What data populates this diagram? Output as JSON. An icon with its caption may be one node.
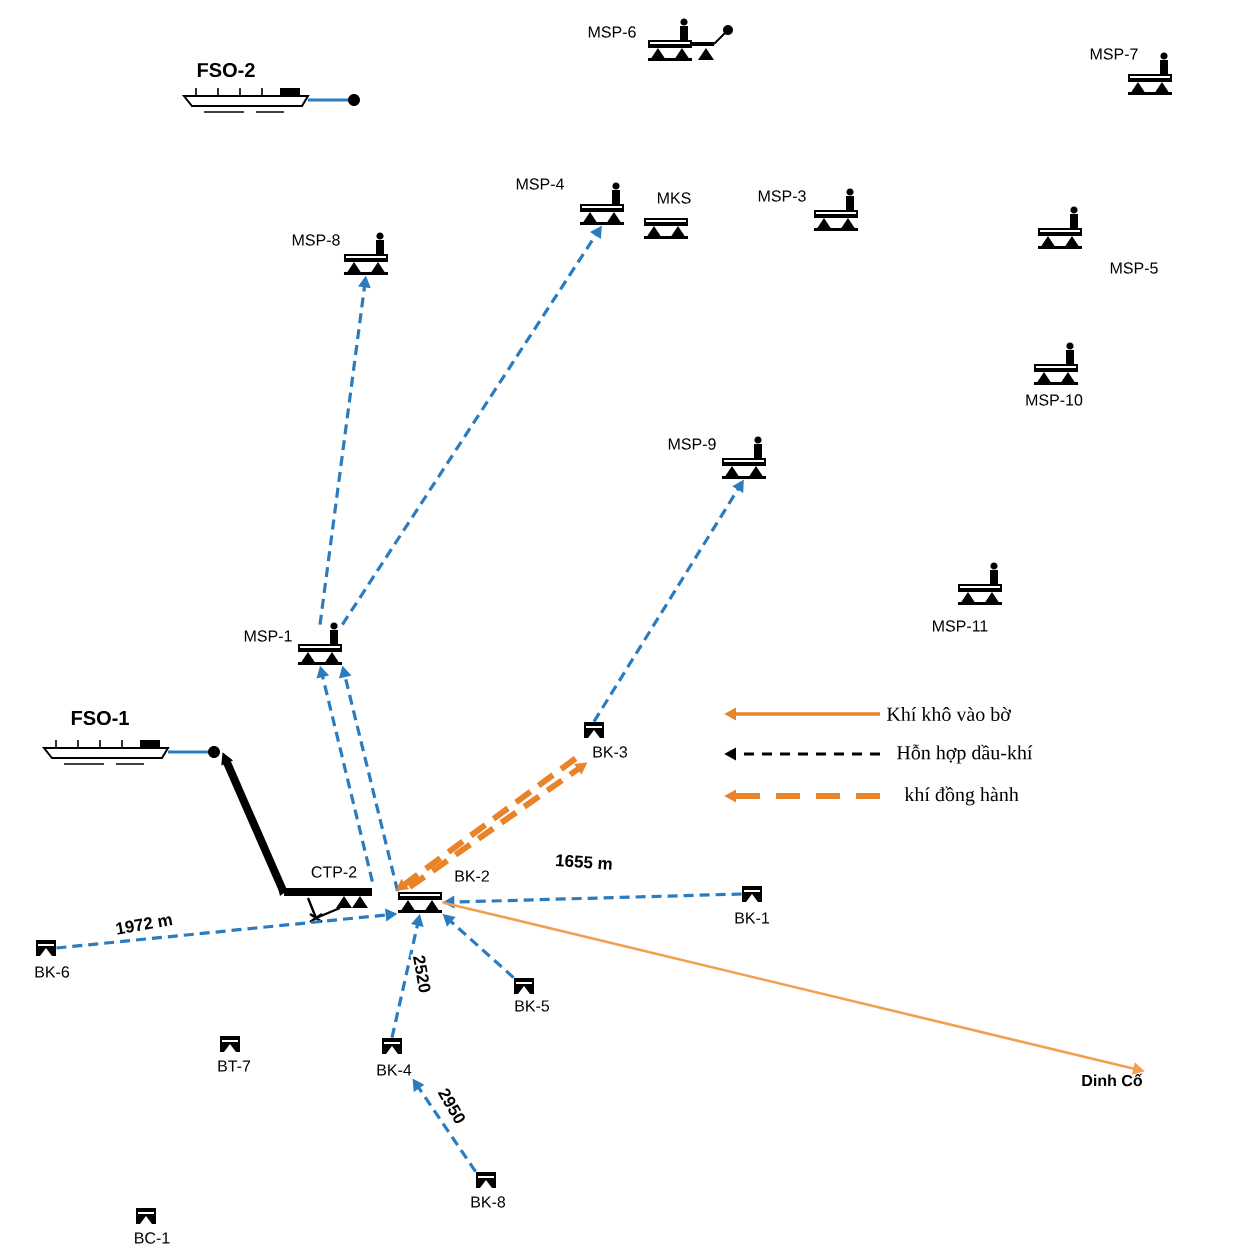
{
  "diagram": {
    "nodes": [
      {
        "text": [
          "FSO-2"
        ]
      },
      {
        "text": [
          "MSP-6"
        ]
      },
      {
        "text": [
          "MSP-7"
        ]
      },
      {
        "text": [
          "MSP-4"
        ]
      },
      {
        "text": [
          "MKS"
        ]
      },
      {
        "text": [
          "MSP-3"
        ]
      },
      {
        "text": [
          "MSP-8"
        ]
      },
      {
        "text": [
          "MSP-5"
        ]
      },
      {
        "text": [
          "MSP-10"
        ]
      },
      {
        "text": [
          "MSP-9"
        ]
      },
      {
        "text": [
          "MSP-11"
        ]
      },
      {
        "text": [
          "MSP-1"
        ]
      },
      {
        "text": [
          "FSO-1"
        ]
      },
      {
        "text": [
          "BK-3"
        ]
      },
      {
        "text": [
          "CTP-2"
        ]
      },
      {
        "text": [
          "BK-2"
        ]
      },
      {
        "text": [
          "BK-1"
        ]
      },
      {
        "text": [
          "BK-6"
        ]
      },
      {
        "text": [
          "BK-5"
        ]
      },
      {
        "text": [
          "BT-7"
        ]
      },
      {
        "text": [
          "BK-4"
        ]
      },
      {
        "text": [
          "BK-8"
        ]
      },
      {
        "text": [
          "BC-1"
        ]
      },
      {
        "text": [
          "Dinh Cố"
        ]
      }
    ],
    "edges": [
      {
        "from": 14,
        "to": 11,
        "arrow": "to",
        "style": "dashed"
      },
      {
        "from": 15,
        "to": 11,
        "arrow": "to",
        "style": "dashed"
      },
      {
        "from": 11,
        "to": 6,
        "arrow": "to",
        "style": "dashed"
      },
      {
        "from": 11,
        "to": 3,
        "arrow": "to",
        "style": "dashed"
      },
      {
        "from": 13,
        "to": 9,
        "arrow": "to",
        "style": "dashed"
      },
      {
        "from": 13,
        "to": 15,
        "arrow": "to",
        "style": "dashed",
        "color": "#e8832a"
      },
      {
        "from": 15,
        "to": 13,
        "arrow": "to",
        "style": "dashed",
        "color": "#e8832a"
      },
      {
        "from": 16,
        "to": 15,
        "arrow": "to",
        "style": "dashed",
        "label": "1655 m"
      },
      {
        "from": 17,
        "to": 15,
        "arrow": "to",
        "style": "dashed",
        "label": "1972 m"
      },
      {
        "from": 18,
        "to": 15,
        "arrow": "to",
        "style": "dashed"
      },
      {
        "from": 20,
        "to": 15,
        "arrow": "to",
        "style": "dashed",
        "label": "2520"
      },
      {
        "from": 21,
        "to": 20,
        "arrow": "to",
        "style": "dashed",
        "label": "2950"
      },
      {
        "from": 15,
        "to": 23,
        "arrow": "to",
        "color": "#f0a050"
      },
      {
        "from": 14,
        "to": 12,
        "arrow": "to",
        "style": "thick",
        "color": "#000000"
      }
    ],
    "legend": [
      {
        "text": "Khí khô vào bờ"
      },
      {
        "text": "Hỗn hợp dầu-khí"
      },
      {
        "text": "khí đồng hành"
      }
    ]
  }
}
